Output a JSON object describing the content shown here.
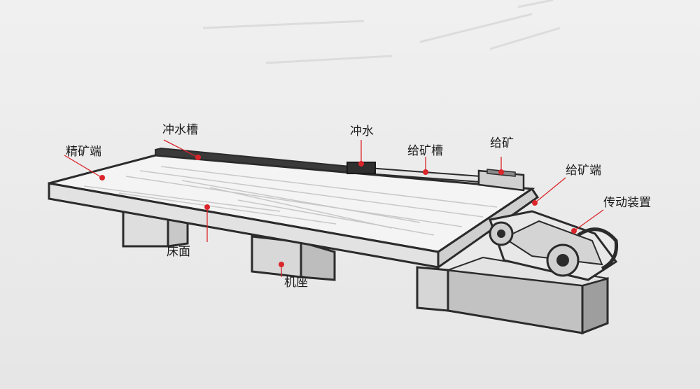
{
  "diagram": {
    "colors": {
      "accent": "#d9252b",
      "outline": "#2b2b2b",
      "deck": "#f4f4f4",
      "shade": "#d6d6d6"
    },
    "labels": {
      "concentrate_end": "精矿端",
      "wash_trough": "冲水槽",
      "wash_water": "冲水",
      "feed_trough": "给矿槽",
      "feed": "给矿",
      "feed_end": "给矿端",
      "drive_unit": "传动装置",
      "deck": "床面",
      "base": "机座"
    }
  }
}
